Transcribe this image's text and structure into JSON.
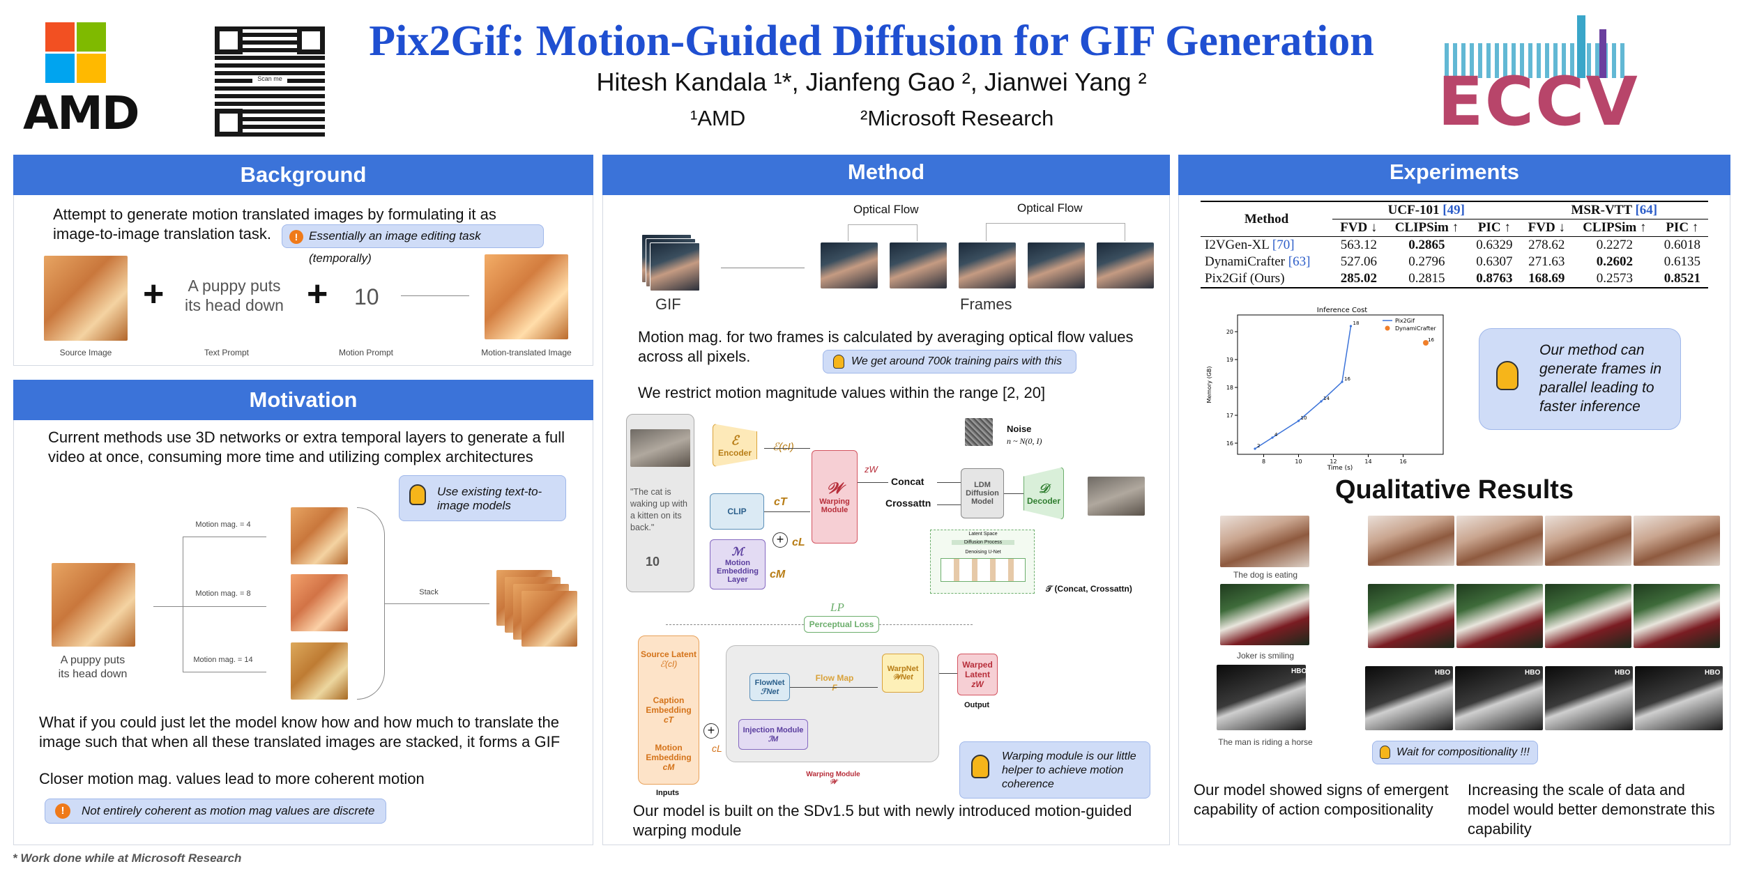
{
  "header": {
    "title": "Pix2Gif: Motion-Guided Diffusion for GIF Generation",
    "authors": "Hitesh Kandala ¹*, Jianfeng Gao ², Jianwei Yang ²",
    "aff1": "¹AMD",
    "aff2": "²Microsoft Research",
    "amd_logo": "AMD",
    "qr_text": "Scan me",
    "eccv_logo": "ECCV"
  },
  "colors": {
    "panel_header": "#3b73d9",
    "title": "#1f4fd1",
    "callout": "#cfdcf7"
  },
  "background": {
    "title": "Background",
    "text": "Attempt to generate motion translated images by formulating it as image-to-image translation task.",
    "callout": "Essentially an image editing task (temporally)",
    "prompt_text": "A puppy puts its head down",
    "motion_value": "10",
    "plus": "+",
    "captions": [
      "Source Image",
      "Text Prompt",
      "Motion Prompt",
      "Motion-translated Image"
    ]
  },
  "motivation": {
    "title": "Motivation",
    "text1": "Current methods use 3D networks or extra temporal layers to generate a full video at once, consuming more time and utilizing complex architectures",
    "callout": "Use existing text-to-image models",
    "mag_labels": [
      "Motion mag. = 4",
      "Motion mag. = 8",
      "Motion mag. = 14"
    ],
    "stack_label": "Stack",
    "puppy_caption": "A puppy puts its head down",
    "text2": "What if you could just let the model know how and how much to translate the image such that when all these translated images are stacked, it forms a GIF",
    "text3": "Closer motion mag. values lead to more coherent motion",
    "warning": "Not entirely coherent as motion mag values are discrete"
  },
  "method": {
    "title": "Method",
    "optical_flow_1": "Optical Flow",
    "optical_flow_2": "Optical Flow",
    "gif_label": "GIF",
    "frames_label": "Frames",
    "text1": "Motion mag. for two frames is calculated by averaging optical flow values across all pixels.",
    "callout1": "We get around 700k training pairs with this",
    "text2": "We restrict motion magnitude values within the range [2, 20]",
    "diagram1": {
      "prompt": "\"The cat is waking up with a kitten on its back.\"",
      "motion": "10",
      "encoder": "Encoder",
      "enc_sym": "ℰ",
      "clip": "CLIP",
      "mel": "Motion Embedding Layer",
      "mel_sym": "ℳ",
      "warping": "Warping Module",
      "warp_sym": "𝒲",
      "ldm": "LDM Diffusion Model",
      "decoder": "Decoder",
      "dec_sym": "𝒟",
      "noise": "Noise",
      "noise_eq": "n ~ N(0, I)",
      "concat": "Concat",
      "crossattn": "Crossattn",
      "e_ci": "ℰ(cI)",
      "zw": "zW",
      "ct": "cT",
      "cl": "cL",
      "cm": "cM",
      "tau": "𝒯 (Concat, Crossattn)",
      "latent_space": "Latent Space",
      "diffusion_process": "Diffusion Process",
      "denoising": "Denoising U-Net"
    },
    "diagram2": {
      "lp": "LP",
      "perceptual": "Perceptual Loss",
      "src_latent": "Source Latent",
      "src_sym": "ℰ(cI)",
      "cap_emb": "Caption Embedding",
      "cap_sym": "cT",
      "mot_emb": "Motion Embedding",
      "mot_sym": "cM",
      "inputs": "Inputs",
      "flownet": "FlowNet",
      "flownet_sym": "ℱNet",
      "flowmap": "Flow Map",
      "flowmap_sym": "F",
      "warpnet": "WarpNet",
      "warpnet_sym": "𝒲Net",
      "injection": "Injection Module",
      "injection_sym": "ℐM",
      "warped_latent": "Warped Latent",
      "warped_sym": "zW",
      "output": "Output",
      "warping_module": "Warping Module",
      "warping_sym": "𝒲",
      "cl": "cL"
    },
    "callout2": "Warping module is our little helper to achieve motion coherence",
    "text3": "Our model is built on the SDv1.5 but with newly introduced motion-guided warping module"
  },
  "experiments": {
    "title": "Experiments",
    "table": {
      "method_header": "Method",
      "group1": "UCF-101",
      "group1_ref": "[49]",
      "group2": "MSR-VTT",
      "group2_ref": "[64]",
      "cols": [
        "FVD ↓",
        "CLIPSim ↑",
        "PIC ↑",
        "FVD ↓",
        "CLIPSim ↑",
        "PIC ↑"
      ],
      "rows": [
        {
          "name": "I2VGen-XL",
          "ref": "[70]",
          "vals": [
            "563.12",
            "0.2865",
            "0.6329",
            "278.62",
            "0.2272",
            "0.6018"
          ]
        },
        {
          "name": "DynamiCrafter",
          "ref": "[63]",
          "vals": [
            "527.06",
            "0.2796",
            "0.6307",
            "271.63",
            "0.2602",
            "0.6135"
          ]
        },
        {
          "name": "Pix2Gif (Ours)",
          "ref": "",
          "vals": [
            "285.02",
            "0.2815",
            "0.8763",
            "168.69",
            "0.2573",
            "0.8521"
          ]
        }
      ]
    },
    "callout": "Our method can generate frames in parallel leading to faster inference",
    "qual_title": "Qualitative Results",
    "qual_captions": [
      "The dog is eating",
      "Joker is smiling",
      "The man is riding a horse"
    ],
    "hbo": "HBO",
    "callout2": "Wait for compositionality !!!",
    "text_left": "Our model showed signs of emergent capability of action compositionality",
    "text_right": "Increasing the scale of data and model would better demonstrate this capability"
  },
  "chart_data": {
    "type": "line",
    "title": "Inference Cost",
    "xlabel": "Time (s)",
    "ylabel": "Memory (GB)",
    "xlim": [
      6.5,
      18.3
    ],
    "ylim": [
      15.6,
      20.6
    ],
    "xticks": [
      8,
      10,
      12,
      14,
      16
    ],
    "yticks": [
      16,
      17,
      18,
      19,
      20
    ],
    "legend_position": "top-right",
    "series": [
      {
        "name": "Pix2Gif",
        "style": "line",
        "color": "#3b73d9",
        "x": [
          7.5,
          8.5,
          10.0,
          11.3,
          12.5,
          13.0
        ],
        "y": [
          15.8,
          16.2,
          16.8,
          17.5,
          18.2,
          20.2
        ],
        "labels": [
          "2",
          "4",
          "10",
          "14",
          "16",
          "18"
        ]
      },
      {
        "name": "DynamiCrafter",
        "style": "point",
        "color": "#f07f2a",
        "x": [
          17.3
        ],
        "y": [
          19.6
        ],
        "labels": [
          "16"
        ]
      }
    ]
  },
  "footer": {
    "note": "* Work done while at Microsoft Research"
  }
}
